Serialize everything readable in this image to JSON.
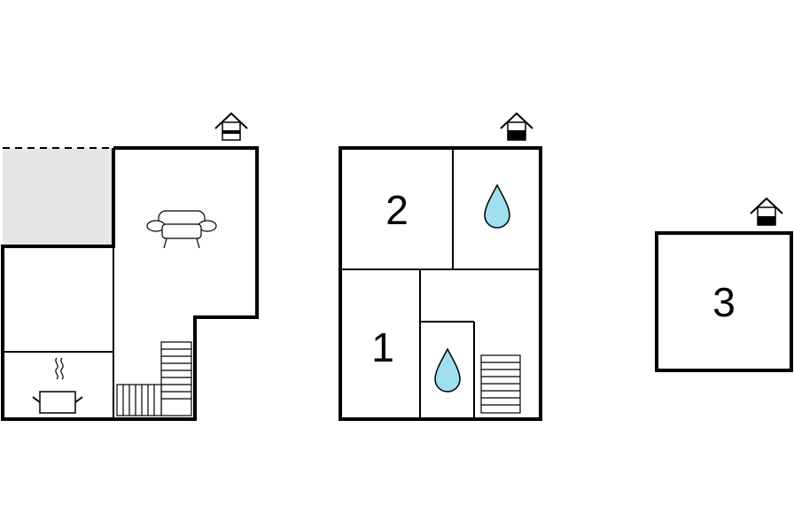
{
  "floorplan": {
    "rooms": {
      "room_2": "2",
      "room_1": "1",
      "room_3": "3"
    },
    "icons": [
      "house-entrance-icon",
      "sofa-icon",
      "cooking-pot-icon",
      "stairs-icon",
      "water-drop-icon"
    ],
    "colors": {
      "wall": "#000000",
      "terrace": "#e6e6e6",
      "water_drop": "#9fdfee",
      "background": "#ffffff"
    }
  }
}
